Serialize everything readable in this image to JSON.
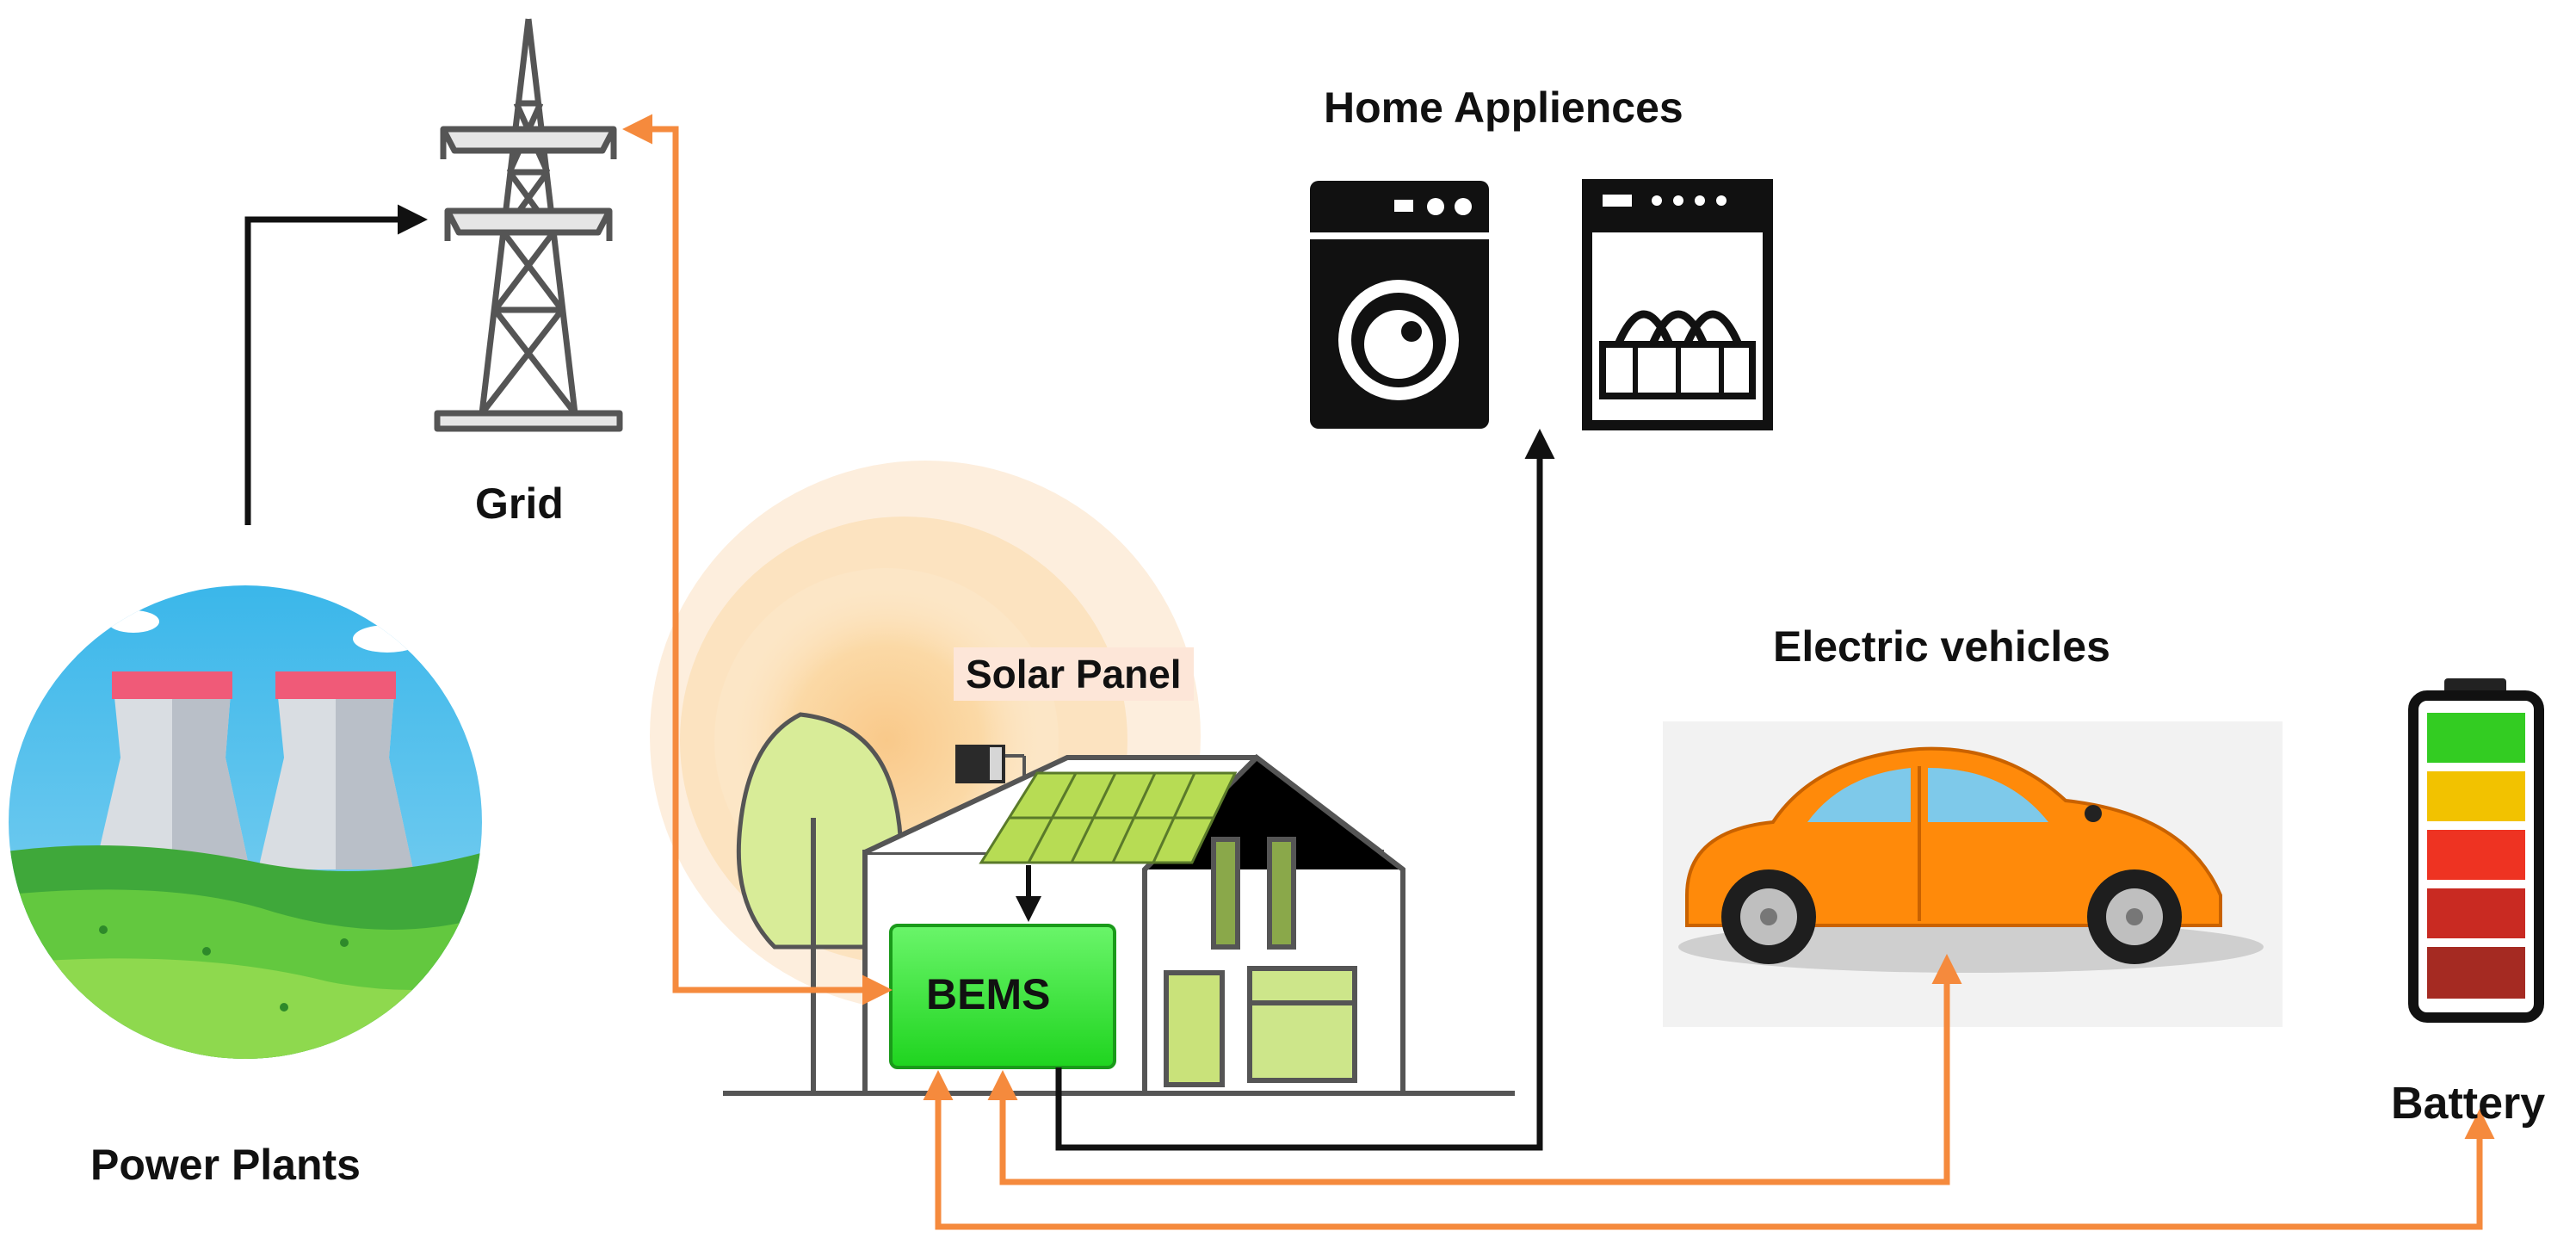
{
  "labels": {
    "power_plants": "Power Plants",
    "grid": "Grid",
    "home_appliances": "Home Appliences",
    "electric_vehicles": "Electric vehicles",
    "battery": "Battery",
    "solar_panel": "Solar Panel",
    "bems": "BEMS"
  },
  "colors": {
    "orange_flow": "#f58a3d",
    "black_flow": "#111111",
    "bems_green": "#2ee62e",
    "car_orange": "#ff8a0a",
    "battery_green": "#33cc22",
    "battery_yellow": "#f2c200",
    "battery_red": "#ee3322",
    "battery_dark_red": "#b52a20",
    "sun_glow": "#fbd9a0"
  },
  "battery": {
    "segments": [
      "green",
      "yellow",
      "red",
      "dark-red",
      "dark-red"
    ]
  }
}
